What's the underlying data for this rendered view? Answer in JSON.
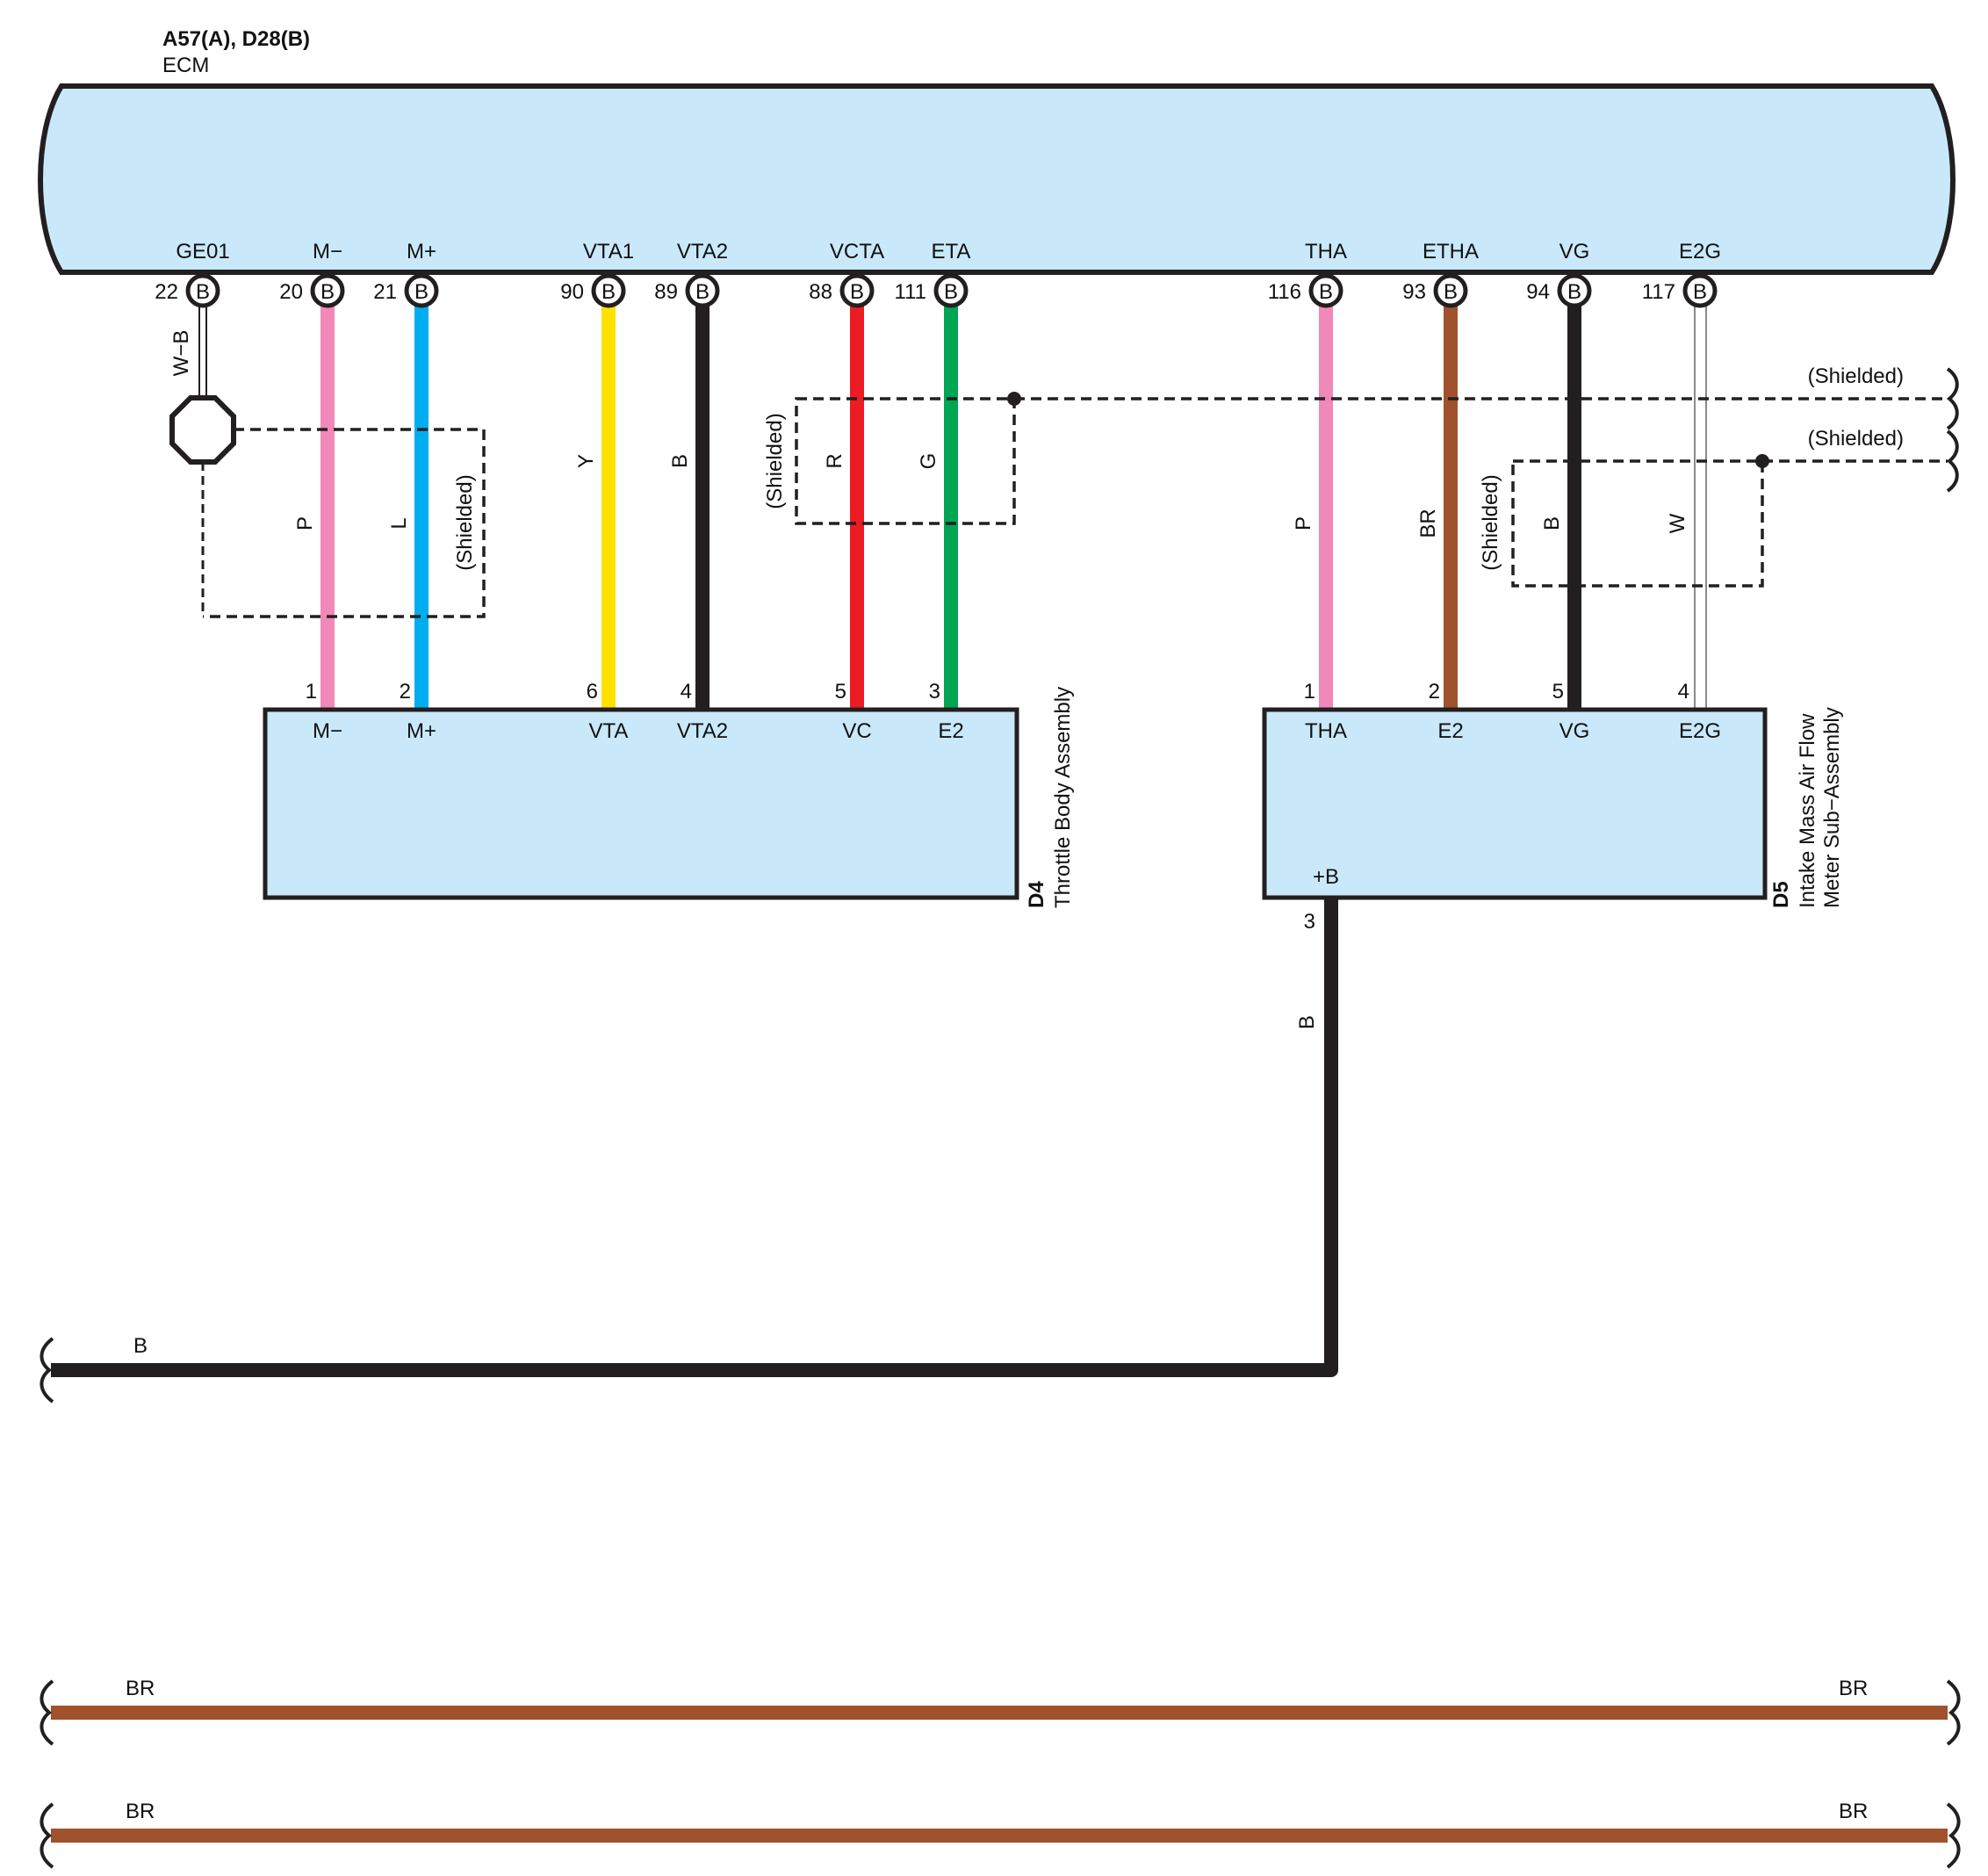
{
  "ecm": {
    "connectors": "A57(A), D28(B)",
    "name": "ECM",
    "pins": [
      {
        "label": "GE01",
        "num": "22",
        "conn": "B"
      },
      {
        "label": "M−",
        "num": "20",
        "conn": "B"
      },
      {
        "label": "M+",
        "num": "21",
        "conn": "B"
      },
      {
        "label": "VTA1",
        "num": "90",
        "conn": "B"
      },
      {
        "label": "VTA2",
        "num": "89",
        "conn": "B"
      },
      {
        "label": "VCTA",
        "num": "88",
        "conn": "B"
      },
      {
        "label": "ETA",
        "num": "111",
        "conn": "B"
      },
      {
        "label": "THA",
        "num": "116",
        "conn": "B"
      },
      {
        "label": "ETHA",
        "num": "93",
        "conn": "B"
      },
      {
        "label": "VG",
        "num": "94",
        "conn": "B"
      },
      {
        "label": "E2G",
        "num": "117",
        "conn": "B"
      }
    ]
  },
  "wires": [
    {
      "color_code": "W−B",
      "hex": "#ffffff"
    },
    {
      "color_code": "P",
      "hex": "#f088b8"
    },
    {
      "color_code": "L",
      "hex": "#00aeef"
    },
    {
      "color_code": "Y",
      "hex": "#ffe100"
    },
    {
      "color_code": "B",
      "hex": "#231f20"
    },
    {
      "color_code": "R",
      "hex": "#ed1c24"
    },
    {
      "color_code": "G",
      "hex": "#00a651"
    },
    {
      "color_code": "P",
      "hex": "#f088b8"
    },
    {
      "color_code": "BR",
      "hex": "#a0522d"
    },
    {
      "color_code": "B",
      "hex": "#231f20"
    },
    {
      "color_code": "W",
      "hex": "#ffffff"
    }
  ],
  "shield_label": "(Shielded)",
  "throttle": {
    "code": "D4",
    "name": "Throttle Body Assembly",
    "pins": [
      {
        "num": "1",
        "label": "M−"
      },
      {
        "num": "2",
        "label": "M+"
      },
      {
        "num": "6",
        "label": "VTA"
      },
      {
        "num": "4",
        "label": "VTA2"
      },
      {
        "num": "5",
        "label": "VC"
      },
      {
        "num": "3",
        "label": "E2"
      }
    ]
  },
  "maf": {
    "code": "D5",
    "name_line1": "Intake Mass Air Flow",
    "name_line2": "Meter Sub−Assembly",
    "pins": [
      {
        "num": "1",
        "label": "THA"
      },
      {
        "num": "2",
        "label": "E2"
      },
      {
        "num": "5",
        "label": "VG"
      },
      {
        "num": "4",
        "label": "E2G"
      }
    ],
    "power_pin": {
      "num": "3",
      "label": "+B",
      "wire": "B"
    }
  },
  "bottom_wires": {
    "ground_wire": "B",
    "br_wire_1_left": "BR",
    "br_wire_1_right": "BR",
    "br_wire_2_left": "BR",
    "br_wire_2_right": "BR",
    "br_hex": "#a0522d"
  },
  "colors": {
    "box_fill": "#c9e9fa",
    "outline": "#231f20"
  }
}
